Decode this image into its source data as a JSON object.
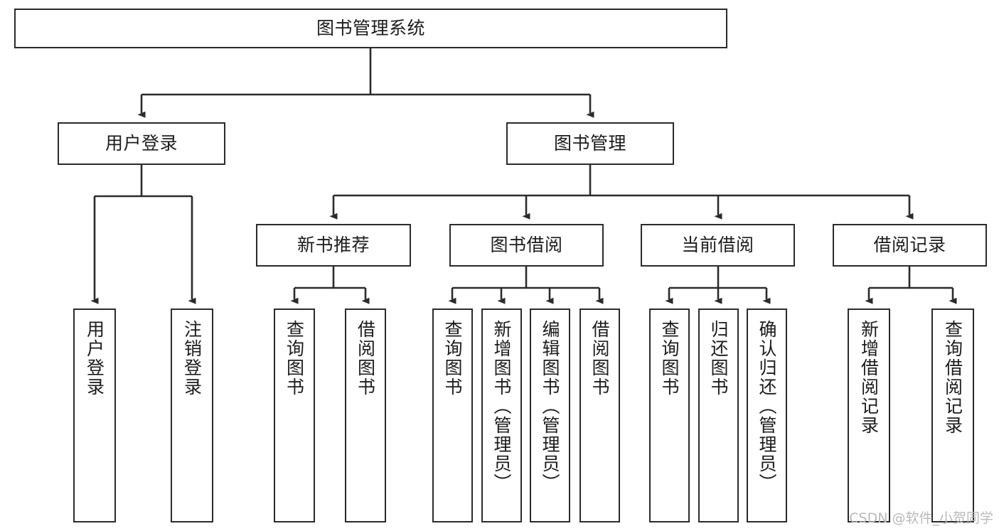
{
  "diagram": {
    "title": "图书管理系统",
    "watermark": "CSDN @软件_小贺同学",
    "colors": {
      "stroke": "#2b2b2b",
      "fill": "#ffffff",
      "text": "#1c1c1c",
      "watermark": "#b9b9b9"
    },
    "nodes": {
      "root": {
        "label": "图书管理系统"
      },
      "level2": [
        {
          "id": "user-login",
          "label": "用户登录"
        },
        {
          "id": "book-manage",
          "label": "图书管理"
        }
      ],
      "level3": [
        {
          "id": "new-book-recommend",
          "label": "新书推荐"
        },
        {
          "id": "book-borrow",
          "label": "图书借阅"
        },
        {
          "id": "current-borrow",
          "label": "当前借阅"
        },
        {
          "id": "borrow-record",
          "label": "借阅记录"
        }
      ],
      "leaves": [
        {
          "id": "leaf-user-login",
          "label": "用户登录",
          "parent": "user-login"
        },
        {
          "id": "leaf-user-logout",
          "label": "注销登录",
          "parent": "user-login"
        },
        {
          "id": "leaf-query-book-rec",
          "label": "查询图书",
          "parent": "new-book-recommend"
        },
        {
          "id": "leaf-borrow-book-rec",
          "label": "借阅图书",
          "parent": "new-book-recommend"
        },
        {
          "id": "leaf-query-book-borrow",
          "label": "查询图书",
          "parent": "book-borrow"
        },
        {
          "id": "leaf-add-book",
          "label": "新增图书（管理员）",
          "parent": "book-borrow"
        },
        {
          "id": "leaf-edit-book",
          "label": "编辑图书（管理员）",
          "parent": "book-borrow"
        },
        {
          "id": "leaf-borrow-book",
          "label": "借阅图书",
          "parent": "book-borrow"
        },
        {
          "id": "leaf-query-book-current",
          "label": "查询图书",
          "parent": "current-borrow"
        },
        {
          "id": "leaf-return-book",
          "label": "归还图书",
          "parent": "current-borrow"
        },
        {
          "id": "leaf-confirm-return",
          "label": "确认归还（管理员）",
          "parent": "current-borrow"
        },
        {
          "id": "leaf-add-record",
          "label": "新增借阅记录",
          "parent": "borrow-record"
        },
        {
          "id": "leaf-query-record",
          "label": "查询借阅记录",
          "parent": "borrow-record"
        }
      ]
    }
  }
}
